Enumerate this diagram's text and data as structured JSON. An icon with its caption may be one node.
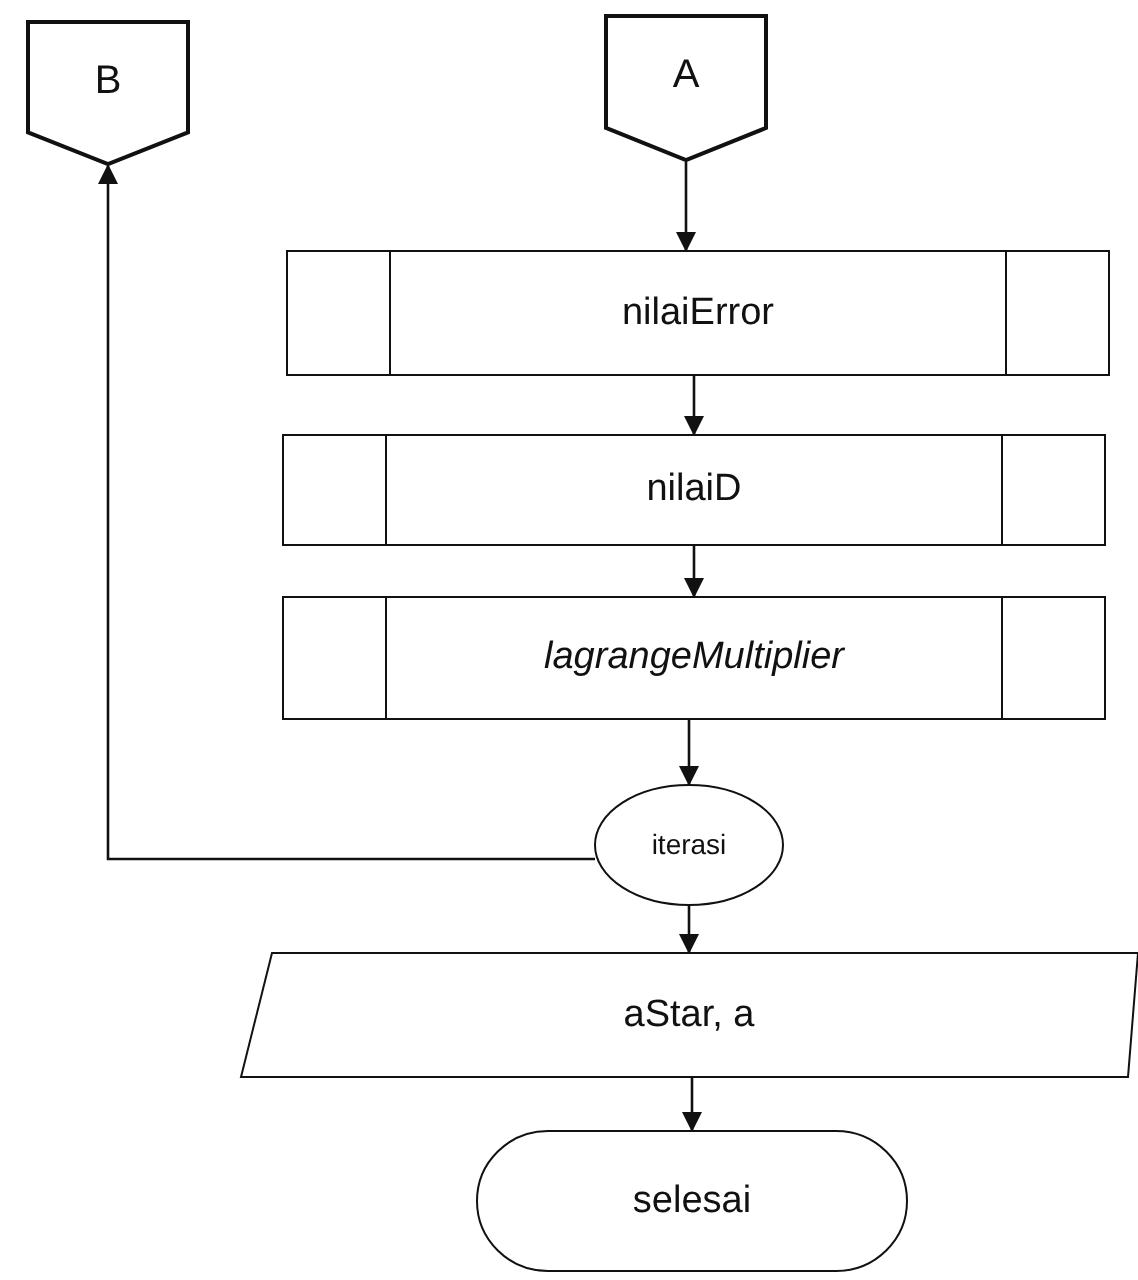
{
  "diagram": {
    "nodes": [
      {
        "text": [
          "B"
        ]
      },
      {
        "text": [
          "A"
        ]
      },
      {
        "text": [
          "nilaiError"
        ]
      },
      {
        "text": [
          "nilaiD"
        ]
      },
      {
        "text": [
          "lagrangeMultiplier"
        ]
      },
      {
        "text": [
          "iterasi"
        ]
      },
      {
        "text": [
          "aStar, a"
        ]
      },
      {
        "text": [
          "selesai"
        ]
      }
    ],
    "edges": [
      {
        "from": 1,
        "to": 2,
        "arrow": "to"
      },
      {
        "from": 2,
        "to": 3,
        "arrow": "to"
      },
      {
        "from": 3,
        "to": 4,
        "arrow": "to"
      },
      {
        "from": 4,
        "to": 5,
        "arrow": "to"
      },
      {
        "from": 5,
        "to": 0,
        "arrow": "to"
      },
      {
        "from": 5,
        "to": 6,
        "arrow": "to"
      },
      {
        "from": 6,
        "to": 7,
        "arrow": "to"
      }
    ]
  }
}
